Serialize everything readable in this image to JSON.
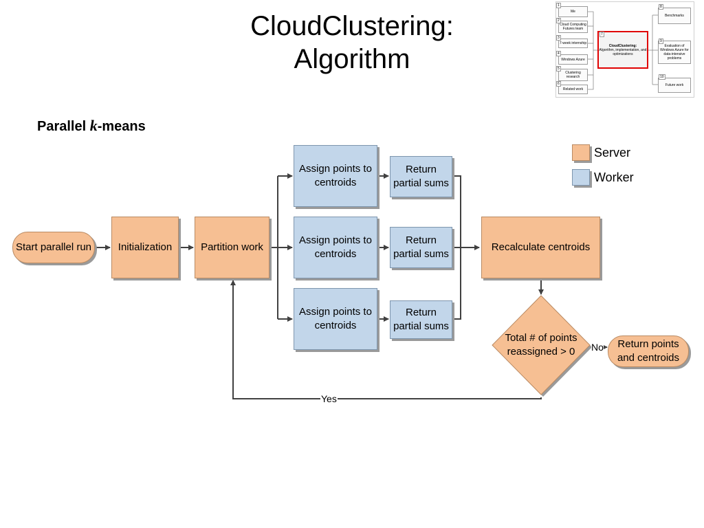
{
  "slide": {
    "title_line1": "CloudClustering:",
    "title_line2": "Algorithm",
    "subtitle_prefix": "Parallel ",
    "subtitle_k": "k",
    "subtitle_suffix": "-means"
  },
  "legend": {
    "server": "Server",
    "worker": "Worker",
    "server_color": "#f6bf93",
    "worker_color": "#c2d6ea"
  },
  "flow": {
    "start": "Start parallel run",
    "init": "Initialization",
    "partition": "Partition work",
    "assign": "Assign points to centroids",
    "return_sums": "Return partial sums",
    "recalc": "Recalculate centroids",
    "decision": "Total # of points reassigned > 0",
    "end": "Return points and centroids",
    "yes_label": "Yes",
    "no_label": "No"
  },
  "thumbnail": {
    "left_items": [
      {
        "num": "1",
        "label": "Me"
      },
      {
        "num": "2",
        "label": "Cloud Computing Futures team"
      },
      {
        "num": "3",
        "label": "7-week internship"
      },
      {
        "num": "4",
        "label": "Windows Azure"
      },
      {
        "num": "5",
        "label": "Clustering research"
      },
      {
        "num": "6",
        "label": "Related work"
      }
    ],
    "center": {
      "num": "7",
      "label_bold": "CloudClustering:",
      "label": "Algorithm, implementation, and optimizations"
    },
    "right_items": [
      {
        "num": "8",
        "label": "Benchmarks"
      },
      {
        "num": "9",
        "label": "Evaluation of Windows Azure for data-intensive problems"
      },
      {
        "num": "10",
        "label": "Future work"
      }
    ],
    "highlight_color": "#e00000"
  }
}
